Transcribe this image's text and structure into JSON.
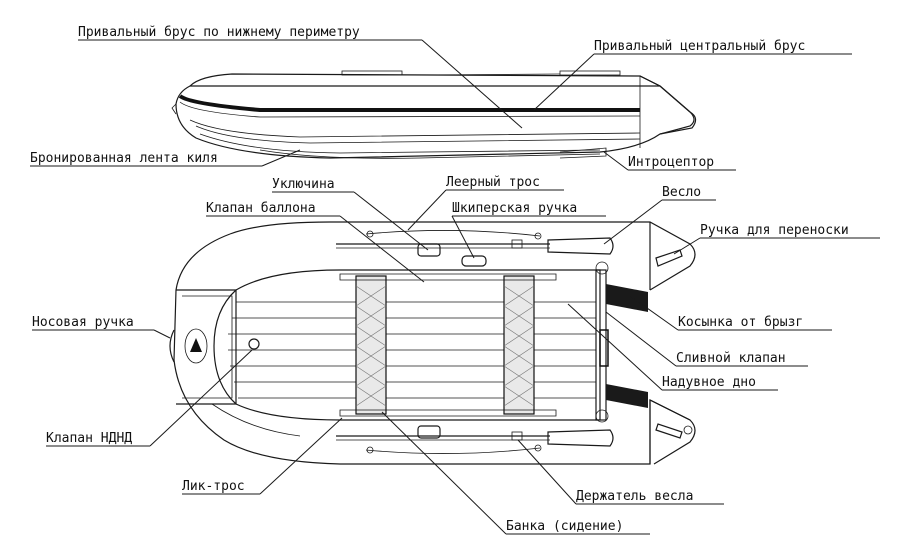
{
  "labels": {
    "lower_rub_strake": "Привальный брус по нижнему периметру",
    "central_rub_strake": "Привальный центральный брус",
    "keel_guard": "Бронированная лента киля",
    "intercepter": "Интроцептор",
    "oarlock": "Уключина",
    "lifeline": "Леерный трос",
    "oar": "Весло",
    "tube_valve": "Клапан баллона",
    "skipper_handle": "Шкиперская ручка",
    "carry_handle": "Ручка для переноски",
    "bow_handle": "Носовая ручка",
    "spray_guard": "Косынка от брызг",
    "drain_valve": "Сливной клапан",
    "inflatable_floor": "Надувное дно",
    "floor_valve": "Клапан НДНД",
    "bolt_rope": "Лик-трос",
    "oar_holder": "Держатель весла",
    "seat": "Банка (сидение)"
  }
}
